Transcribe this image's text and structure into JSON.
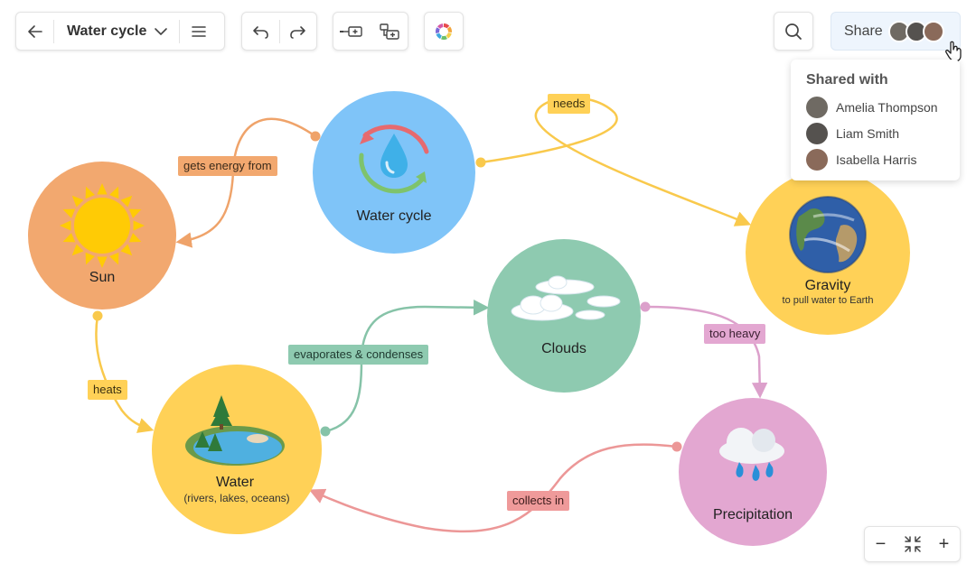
{
  "toolbar": {
    "back_icon": "arrow-left-icon",
    "title": "Water cycle",
    "dropdown_icon": "chevron-down-icon",
    "menu_icon": "hamburger-menu-icon",
    "undo_icon": "undo-icon",
    "redo_icon": "redo-icon",
    "add_node_icon": "add-node-icon",
    "add_child_icon": "add-child-icon",
    "theme_icon": "color-palette-icon",
    "search_icon": "search-icon"
  },
  "share": {
    "label": "Share",
    "cursor_icon": "hand-pointer-icon",
    "popup_title": "Shared with",
    "users": [
      {
        "name": "Amelia Thompson",
        "avatar_color": "#6f6a63"
      },
      {
        "name": "Liam Smith",
        "avatar_color": "#55524f"
      },
      {
        "name": "Isabella Harris",
        "avatar_color": "#8a6a5a"
      }
    ]
  },
  "nodes": {
    "water_cycle": {
      "title": "Water cycle",
      "color": "#7fc4f8"
    },
    "sun": {
      "title": "Sun",
      "color": "#f2a86f"
    },
    "gravity": {
      "title": "Gravity",
      "subtitle": "to pull water to Earth",
      "color": "#ffd157"
    },
    "clouds": {
      "title": "Clouds",
      "color": "#8ecab0"
    },
    "water": {
      "title": "Water",
      "subtitle": "(rivers, lakes, oceans)",
      "color": "#ffd157"
    },
    "precipitation": {
      "title": "Precipitation",
      "color": "#e3a7d1"
    }
  },
  "edges": {
    "gets_energy_from": {
      "label": "gets energy from",
      "color": "#f2a86f"
    },
    "needs": {
      "label": "needs",
      "color": "#ffd157"
    },
    "heats": {
      "label": "heats",
      "color": "#ffd157"
    },
    "evaporates": {
      "label": "evaporates & condenses",
      "color": "#8ecab0"
    },
    "too_heavy": {
      "label": "too heavy",
      "color": "#e3a7d1"
    },
    "collects_in": {
      "label": "collects in",
      "color": "#ef9a9a"
    }
  },
  "zoom": {
    "out_label": "−",
    "in_label": "+",
    "fit_icon": "fit-screen-icon"
  }
}
